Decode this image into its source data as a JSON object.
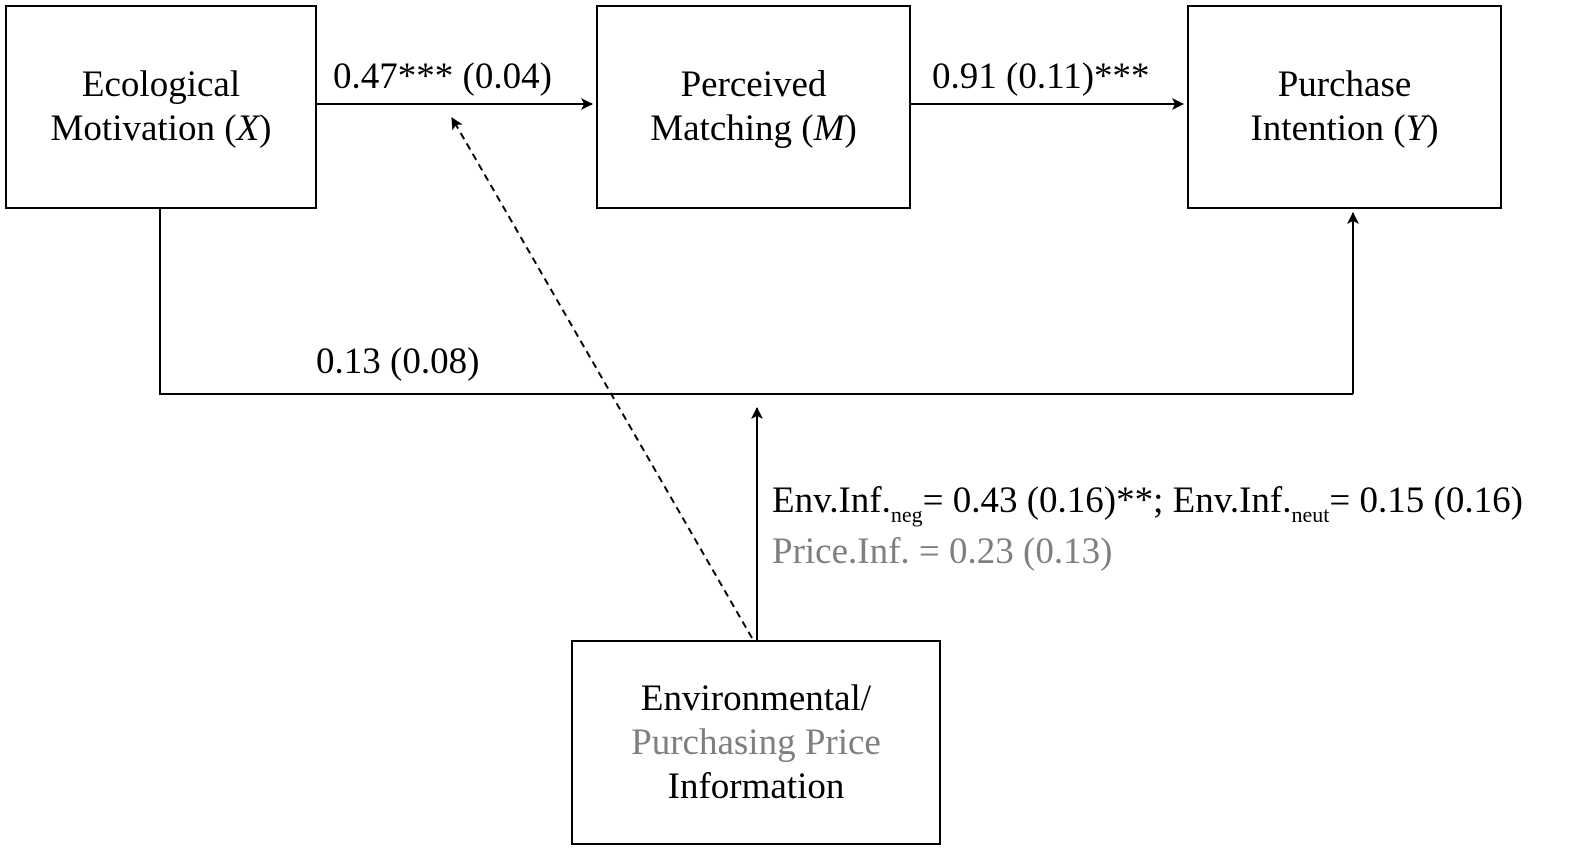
{
  "boxes": {
    "x": {
      "line1": "Ecological",
      "line2_text": "Motivation (",
      "var": "X",
      "close": ")"
    },
    "m": {
      "line1": "Perceived",
      "line2_text": "Matching (",
      "var": "M",
      "close": ")"
    },
    "y": {
      "line1": "Purchase",
      "line2_text": "Intention (",
      "var": "Y",
      "close": ")"
    },
    "w": {
      "line1": "Environmental/",
      "line2": "Purchasing Price",
      "line3": "Information"
    }
  },
  "paths": {
    "a": "0.47*** (0.04)",
    "b": "0.91 (0.11)***",
    "c": "0.13 (0.08)"
  },
  "moderation": {
    "env_neg_prefix": "Env.Inf.",
    "env_neg_sub": "neg",
    "env_neg_value": "= 0.43 (0.16)**; ",
    "env_neut_prefix": "Env.Inf.",
    "env_neut_sub": "neut",
    "env_neut_value": "= 0.15 (0.16)",
    "price": "Price.Inf. = 0.23 (0.13)"
  },
  "colors": {
    "line": "#000000",
    "price_text": "#7f7f7f"
  }
}
